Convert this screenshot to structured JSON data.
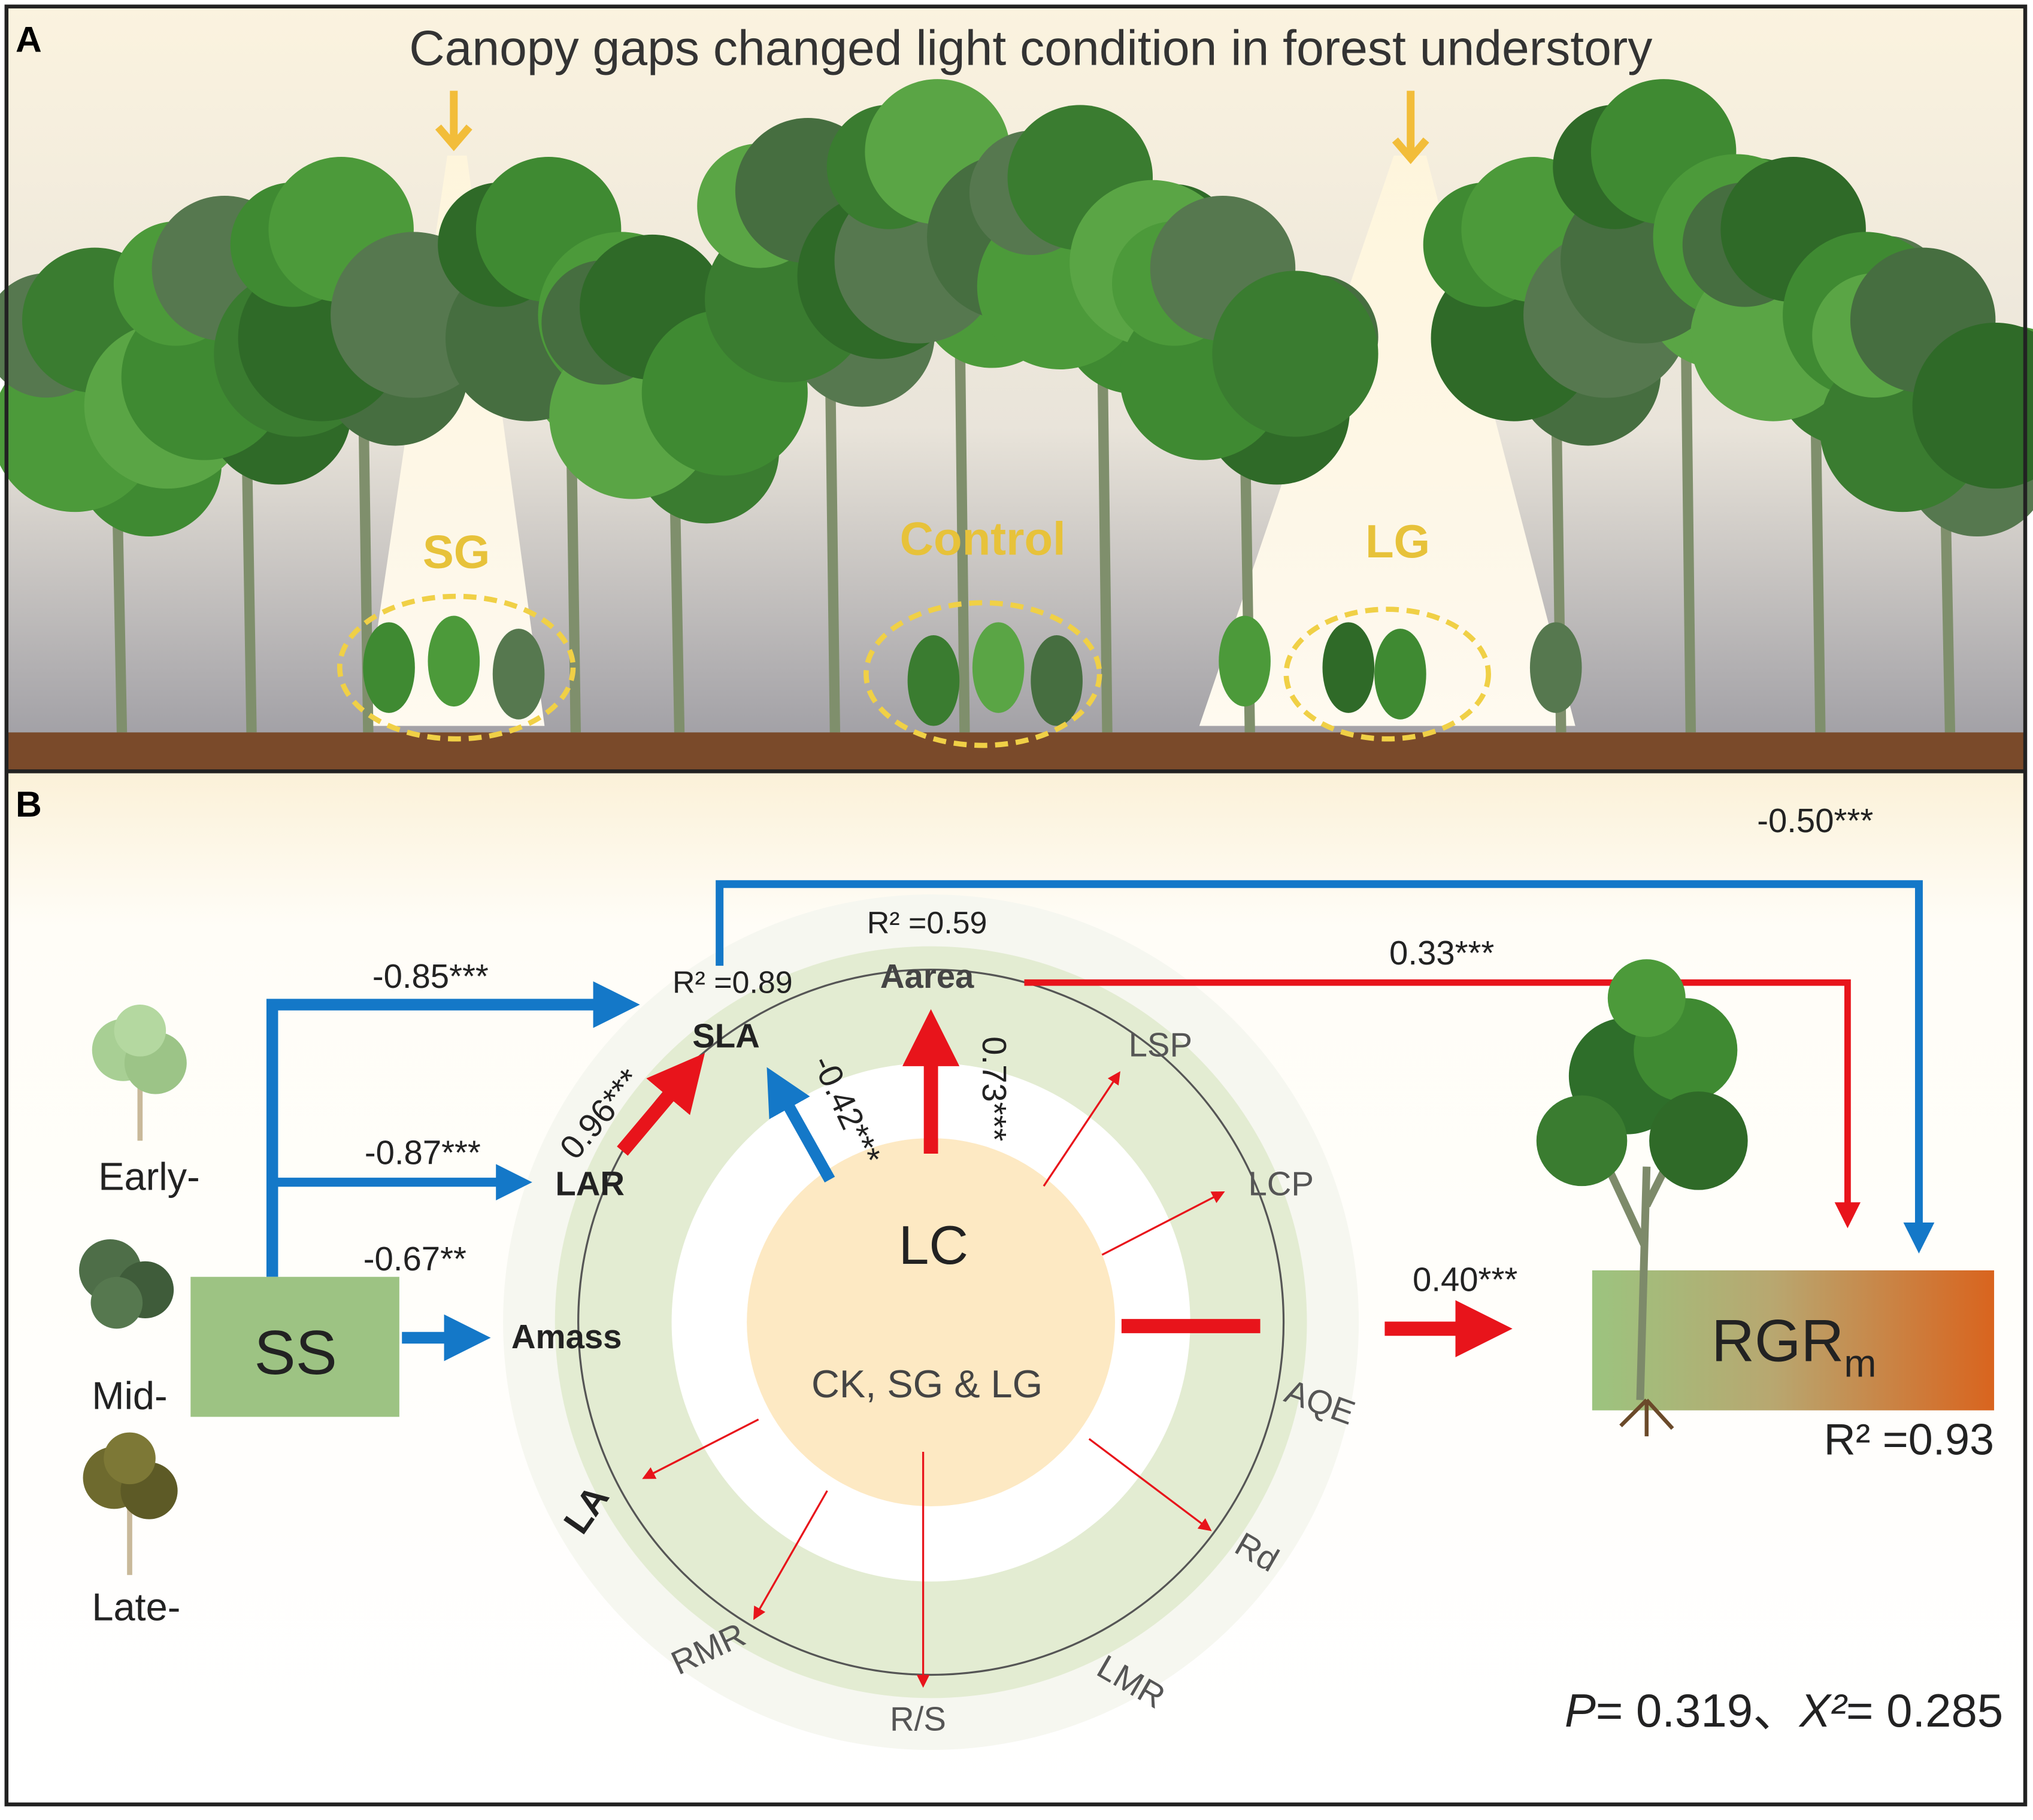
{
  "panel_a": {
    "letter": "A",
    "title": "Canopy gaps changed light condition in forest understory",
    "gaps": [
      "SG",
      "Control",
      "LG"
    ]
  },
  "panel_b": {
    "letter": "B",
    "succession": {
      "box": "SS",
      "stages": [
        "Early-",
        "Mid-",
        "Late-"
      ]
    },
    "center": {
      "title": "LC",
      "subtitle": "CK, SG & LG"
    },
    "nodes": {
      "sla": "SLA",
      "lar": "LAR",
      "amass": "Amass",
      "aarea": "Aarea",
      "lsp": "LSP",
      "lcp": "LCP",
      "aqe": "AQE",
      "rd": "Rd",
      "lmr": "LMR",
      "rs": "R/S",
      "rmr": "RMR",
      "la": "LA"
    },
    "r2": {
      "sla": "R² =0.89",
      "aarea": "R² =0.59",
      "rgr": "R² =0.93"
    },
    "rgr": {
      "main": "RGR",
      "sub": "m"
    },
    "coefficients": {
      "ss_sla": "-0.85***",
      "ss_lar": "-0.87***",
      "ss_amass": "-0.67**",
      "lar_sla": "0.96***",
      "lc_sla": "-0.42***",
      "lc_aarea": "0.73***",
      "aarea_rgr": "0.33***",
      "sla_rgr": "-0.50***",
      "lc_rgr": "0.40***"
    },
    "fit": {
      "p_label": "P",
      "p_value": "= 0.319",
      "sep": "、",
      "chi_label": "X²",
      "chi_value": "= 0.285"
    },
    "colors": {
      "positive": "#e8141b",
      "negative": "#1478c8",
      "ss_box": "#9dc383",
      "lc": "#fde9c3"
    }
  }
}
